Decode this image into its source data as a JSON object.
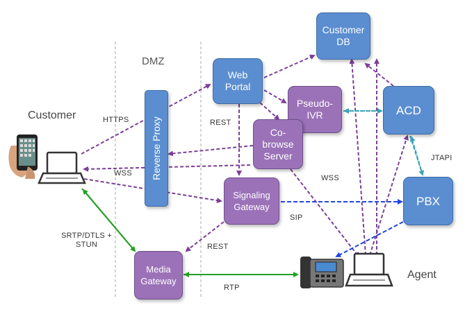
{
  "zones": {
    "dmz": "DMZ"
  },
  "sides": {
    "customer": "Customer",
    "agent": "Agent"
  },
  "nodes": {
    "reverse_proxy": "Reverse Proxy",
    "web_portal": "Web\nPortal",
    "customer_db": "Customer\nDB",
    "pseudo_ivr": "Pseudo-\nIVR",
    "acd": "ACD",
    "cobrowse": "Co-\nbrowse\nServer",
    "signaling": "Signaling\nGateway",
    "pbx": "PBX",
    "media": "Media\nGateway"
  },
  "labels": {
    "https": "HTTPS",
    "rest1": "REST",
    "wss1": "WSS",
    "wss2": "WSS",
    "jtapi": "JTAPI",
    "sip": "SIP",
    "srtp": "SRTP/DTLS +\nSTUN",
    "rest2": "REST",
    "rtp": "RTP"
  },
  "colors": {
    "purple_arrow": "#7b3f98",
    "teal_arrow": "#3aa3b8",
    "blue_arrow": "#2244dd",
    "green_arrow": "#22a022"
  },
  "icons": {
    "phone": "smartphone-icon",
    "laptop": "laptop-icon",
    "desk_phone": "desk-phone-icon"
  }
}
